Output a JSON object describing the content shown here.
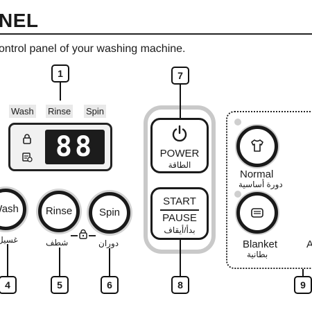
{
  "header": {
    "title": "NEL",
    "intro": "ontrol panel of your washing machine."
  },
  "callouts": {
    "display": "1",
    "power_start": "7",
    "wash": "4",
    "rinse": "5",
    "spin": "6",
    "pause": "8",
    "course": "9"
  },
  "indicators": {
    "wash": "Wash",
    "rinse": "Rinse",
    "spin": "Spin",
    "digits": "88"
  },
  "buttons": {
    "wash": {
      "label": "Wash",
      "arabic": "غسيل"
    },
    "rinse": {
      "label": "Rinse",
      "arabic": "شطف"
    },
    "spin": {
      "label": "Spin",
      "arabic": "دوران"
    }
  },
  "power": {
    "label": "POWER",
    "arabic": "الطاقة"
  },
  "start_pause": {
    "start": "START",
    "pause": "PAUSE",
    "arabic": "بدأ/أيقاف"
  },
  "courses": {
    "normal": {
      "label": "Normal",
      "arabic": "دورة أساسية"
    },
    "blanket": {
      "label": "Blanket",
      "arabic": "بطانية"
    },
    "cut_letter": "A"
  }
}
